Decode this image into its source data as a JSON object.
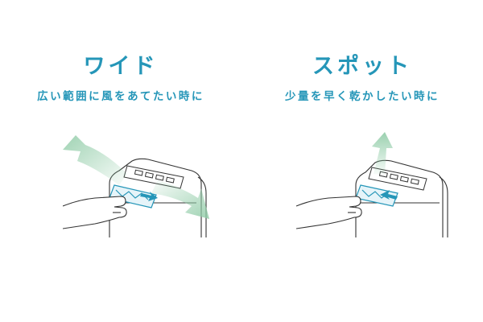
{
  "modes": [
    {
      "title": "ワイド",
      "description": "広い範囲に風をあてたい時に",
      "icon": "dehumidifier-louver-wide-illustration"
    },
    {
      "title": "スポット",
      "description": "少量を早く乾かしたい時に",
      "icon": "dehumidifier-louver-spot-illustration"
    }
  ],
  "colors": {
    "accent": "#2596b8",
    "airflow": "#8fcba6",
    "line": "#333333"
  }
}
